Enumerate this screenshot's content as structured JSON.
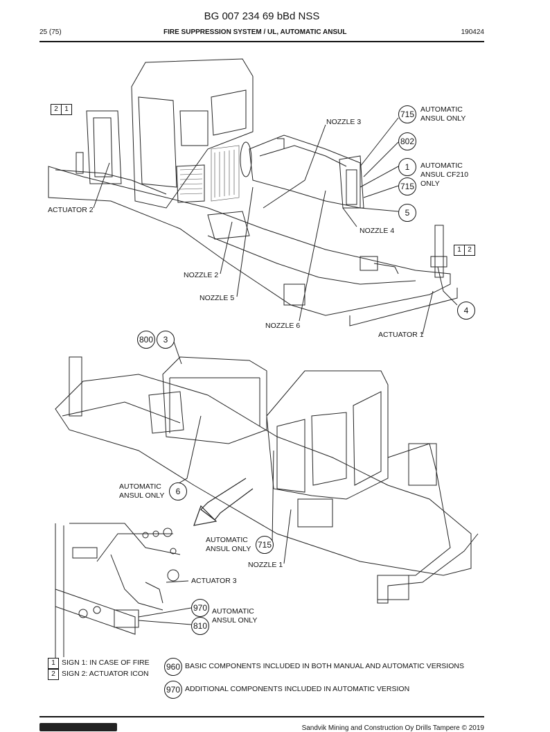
{
  "header": {
    "doc_title": "BG 007 234 69 bBd NSS",
    "page": "25 (75)",
    "section": "FIRE SUPPRESSION SYSTEM / UL, AUTOMATIC ANSUL",
    "date": "190424"
  },
  "upper_view": {
    "labels": {
      "automatic_ansul_only_1": "AUTOMATIC\nANSUL ONLY",
      "automatic_ansul_cf210": "AUTOMATIC\nANSUL CF210\nONLY",
      "nozzle_3": "NOZZLE 3",
      "nozzle_4": "NOZZLE 4",
      "nozzle_2": "NOZZLE 2",
      "nozzle_5": "NOZZLE 5",
      "nozzle_6": "NOZZLE 6",
      "actuator_2": "ACTUATOR 2",
      "actuator_1": "ACTUATOR 1"
    },
    "callouts": {
      "c715a": "715",
      "c802": "802",
      "c1": "1",
      "c715b": "715",
      "c5": "5",
      "c4": "4"
    },
    "boxes": {
      "left_a": "2",
      "left_b": "1",
      "right_a": "1",
      "right_b": "2"
    }
  },
  "lower_view": {
    "labels": {
      "automatic_ansul_only_2": "AUTOMATIC\nANSUL ONLY",
      "automatic_ansul_only_3": "AUTOMATIC\nANSUL ONLY",
      "automatic_ansul_only_4": "AUTOMATIC\nANSUL ONLY",
      "nozzle_1": "NOZZLE 1",
      "actuator_3": "ACTUATOR 3"
    },
    "callouts": {
      "c800": "800",
      "c3": "3",
      "c6": "6",
      "c715": "715",
      "c970": "970",
      "c810": "810"
    }
  },
  "legend": {
    "signs": [
      {
        "num": "1",
        "text": "SIGN 1: IN CASE OF FIRE"
      },
      {
        "num": "2",
        "text": "SIGN 2: ACTUATOR ICON"
      }
    ],
    "components": [
      {
        "num": "960",
        "text": "BASIC COMPONENTS INCLUDED IN BOTH MANUAL AND AUTOMATIC VERSIONS"
      },
      {
        "num": "970",
        "text": "ADDITIONAL COMPONENTS INCLUDED IN AUTOMATIC VERSION"
      }
    ]
  },
  "footer": {
    "copyright": "Sandvik Mining and Construction Oy Drills Tampere © 2019"
  }
}
